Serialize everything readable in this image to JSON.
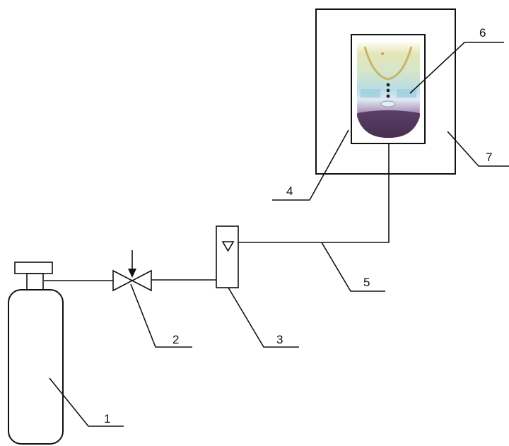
{
  "labels": {
    "cylinder": "1",
    "valve": "2",
    "flowmeter": "3",
    "container": "4",
    "tube": "5",
    "specimen": "6",
    "chamber": "7"
  },
  "colors": {
    "line": "#111111",
    "specimen_top": "#d8dcb0",
    "specimen_band": "#a9d3e3",
    "specimen_bottom": "#5a3a5c"
  }
}
